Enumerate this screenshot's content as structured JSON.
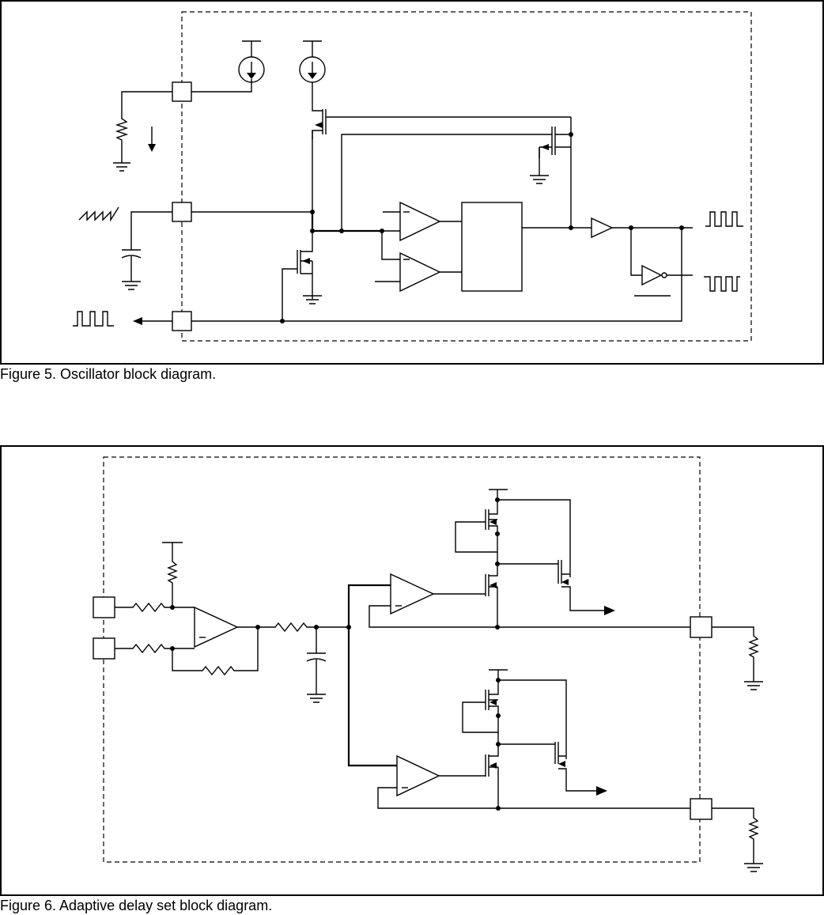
{
  "figures": [
    {
      "id": "fig5",
      "caption": "Figure 5. Oscillator block diagram."
    },
    {
      "id": "fig6",
      "caption": "Figure 6. Adaptive delay set block diagram."
    }
  ]
}
